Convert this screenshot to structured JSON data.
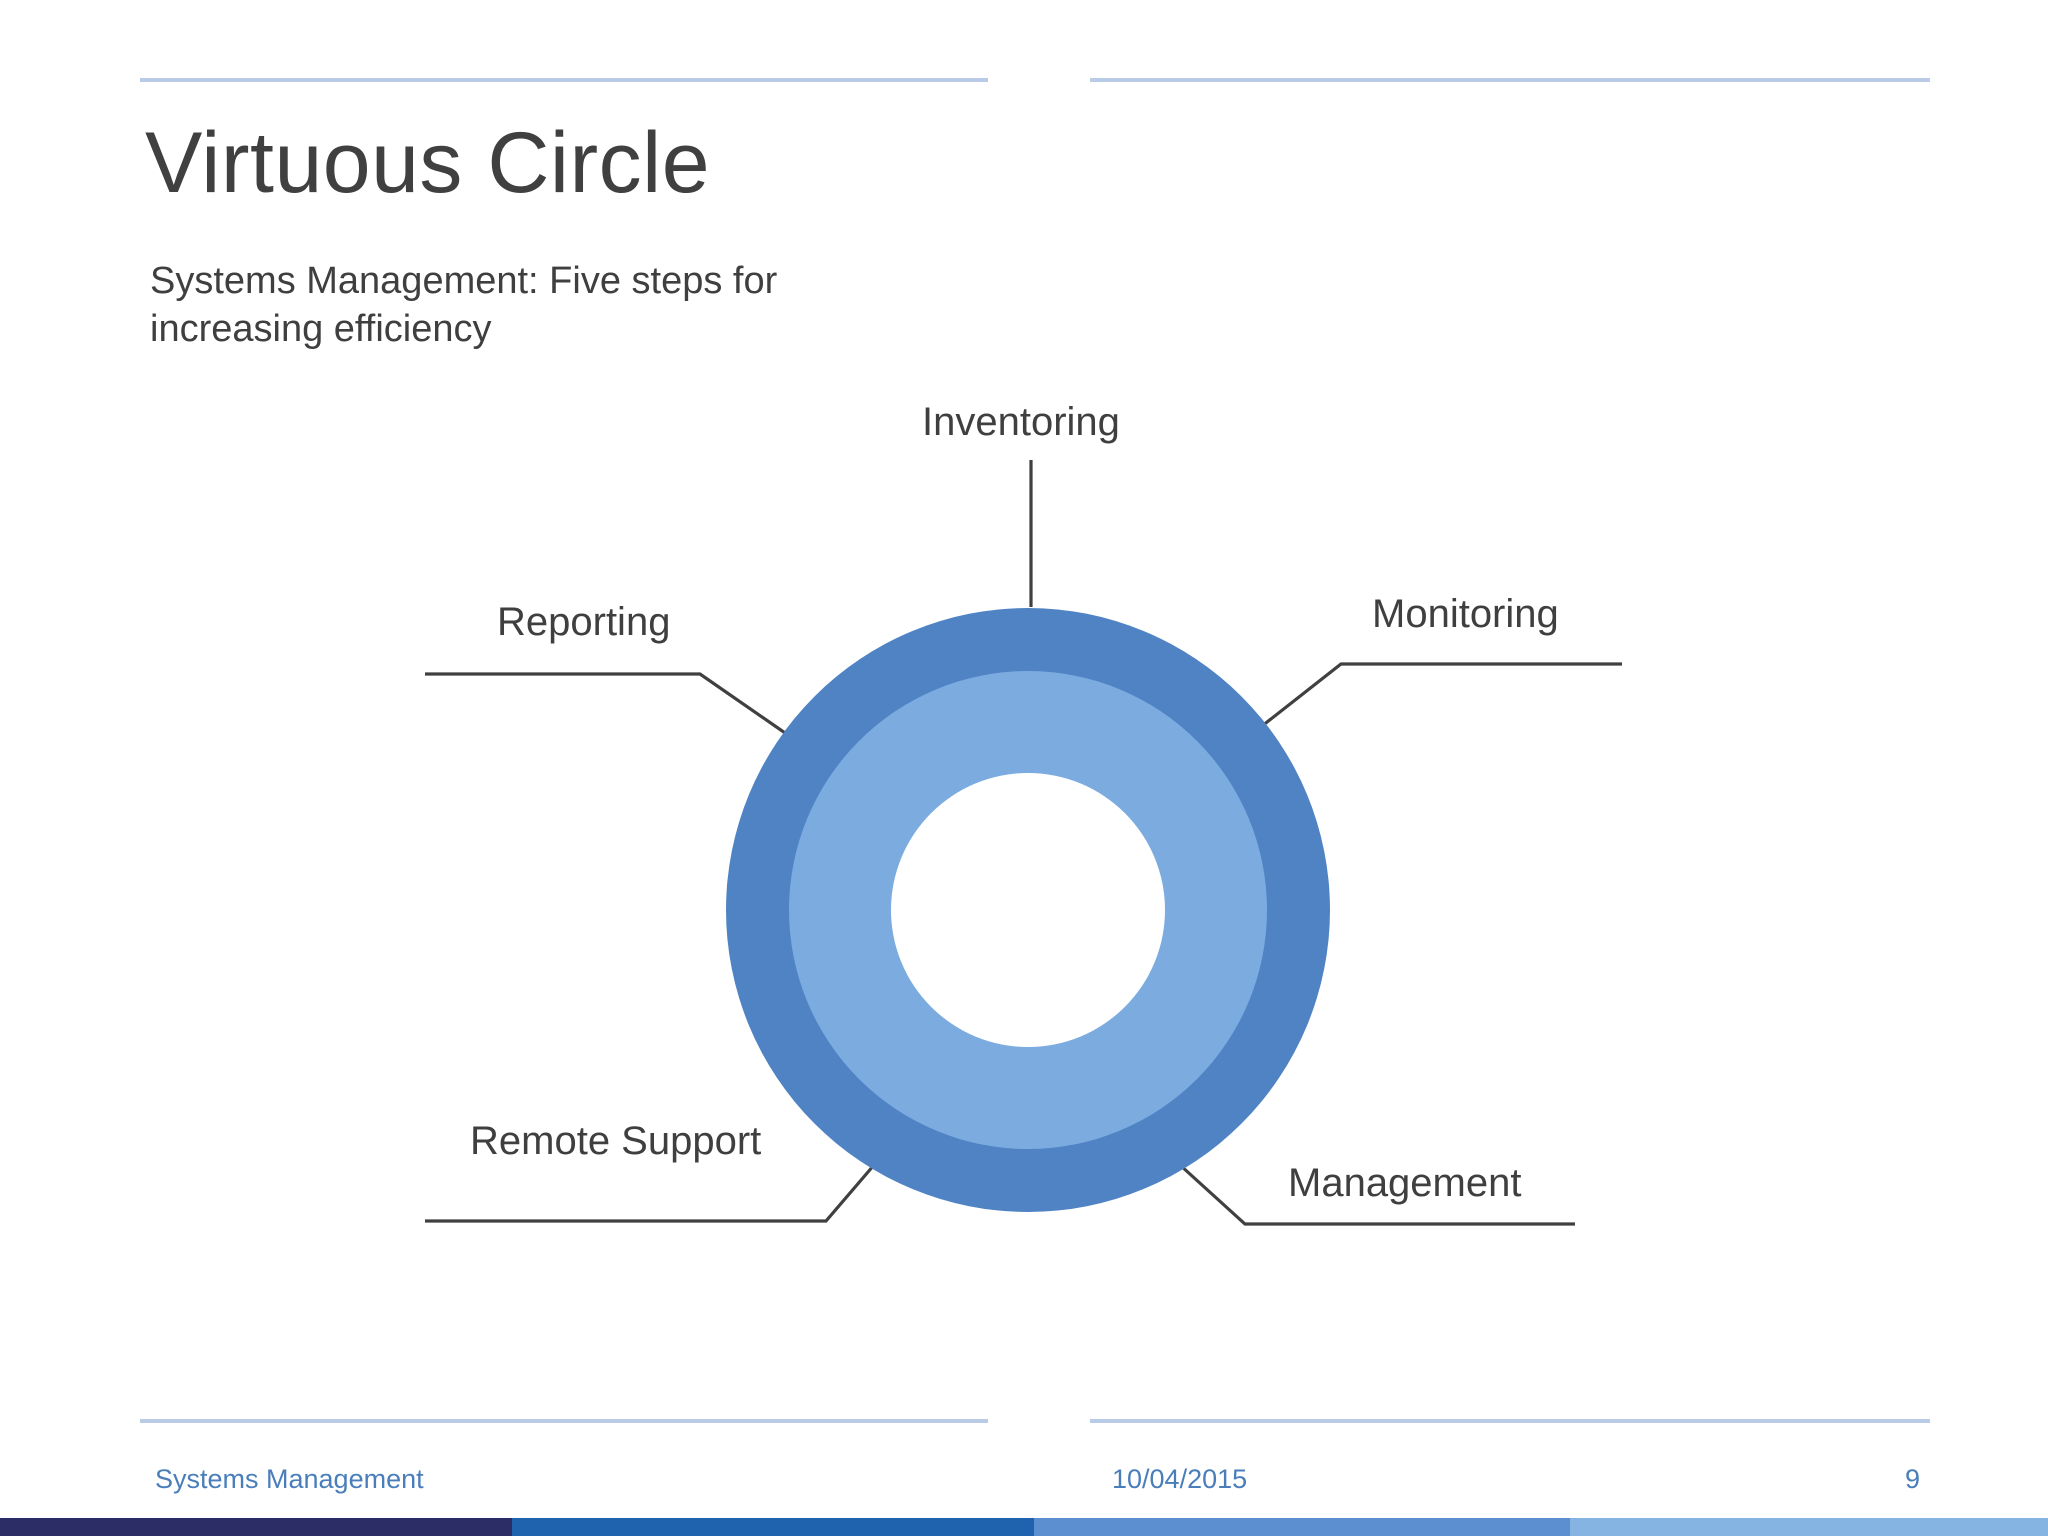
{
  "slide": {
    "title": "Virtuous Circle",
    "subtitle": "Systems Management: Five steps for increasing efficiency"
  },
  "diagram": {
    "type": "concentric-donut",
    "labels": [
      {
        "id": "inventoring",
        "text": "Inventoring"
      },
      {
        "id": "monitoring",
        "text": "Monitoring"
      },
      {
        "id": "management",
        "text": "Management"
      },
      {
        "id": "remote-support",
        "text": "Remote Support"
      },
      {
        "id": "reporting",
        "text": "Reporting"
      }
    ],
    "rings": [
      {
        "name": "outer-ring",
        "color": "#4f83c4"
      },
      {
        "name": "inner-ring",
        "color": "#7cabe0"
      },
      {
        "name": "center-hole",
        "color": "#ffffff"
      }
    ],
    "leader_line_color": "#404040"
  },
  "footer": {
    "left": "Systems Management",
    "date": "10/04/2015",
    "page_number": "9",
    "text_color": "#4a7ebb"
  },
  "decoration": {
    "rule_color": "#b9cbe6",
    "bottom_bar": [
      {
        "name": "segment-navy",
        "color": "#2c2c66"
      },
      {
        "name": "segment-strong-blue",
        "color": "#1f63ae"
      },
      {
        "name": "segment-mid-blue",
        "color": "#5b8fd0"
      },
      {
        "name": "segment-light-blue",
        "color": "#85b4e3"
      }
    ]
  },
  "colors": {
    "title_text": "#404040",
    "body_text": "#3f3f3f",
    "accent": "#4f83c4",
    "background": "#ffffff"
  }
}
